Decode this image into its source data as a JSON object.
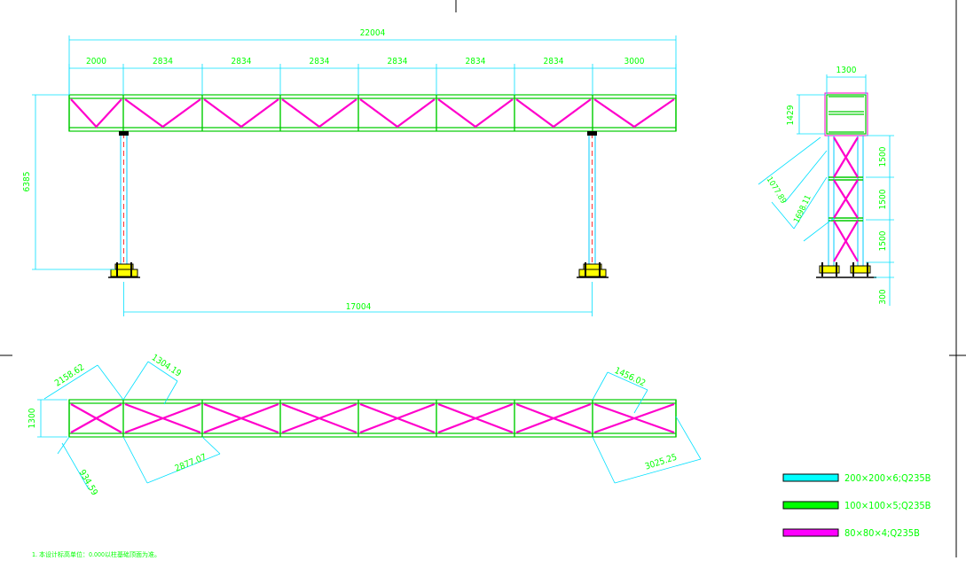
{
  "colors": {
    "dim": "#00e0ff",
    "text": "#00ff00",
    "chord": "#00cc00",
    "brace": "#ff00cc",
    "column": "#00ffff",
    "base": "#ffff00",
    "frame": "#000000"
  },
  "elevation": {
    "overall": "22004",
    "spans": [
      "2000",
      "2834",
      "2834",
      "2834",
      "2834",
      "2834",
      "2834",
      "3000"
    ],
    "height": "6385",
    "column_spacing": "17004"
  },
  "side_view": {
    "width": "1300",
    "truss_height": "1429",
    "panels": [
      "1500",
      "1500",
      "1500"
    ],
    "base_height": "300",
    "diag1": "1077.89",
    "diag2": "1698.11"
  },
  "plan": {
    "width": "1300",
    "d1": "2158.62",
    "d2": "1304.19",
    "d3": "934.59",
    "d4": "2877.07",
    "d5": "1456.02",
    "d6": "3025.25"
  },
  "legend": [
    {
      "label": "200×200×6;Q235B",
      "color": "#00ffff"
    },
    {
      "label": "100×100×5;Q235B",
      "color": "#00ff00"
    },
    {
      "label": "80×80×4;Q235B",
      "color": "#ff00ff"
    }
  ],
  "note": "1. 本设计标高单位：0.000以柱基础顶面为准。"
}
